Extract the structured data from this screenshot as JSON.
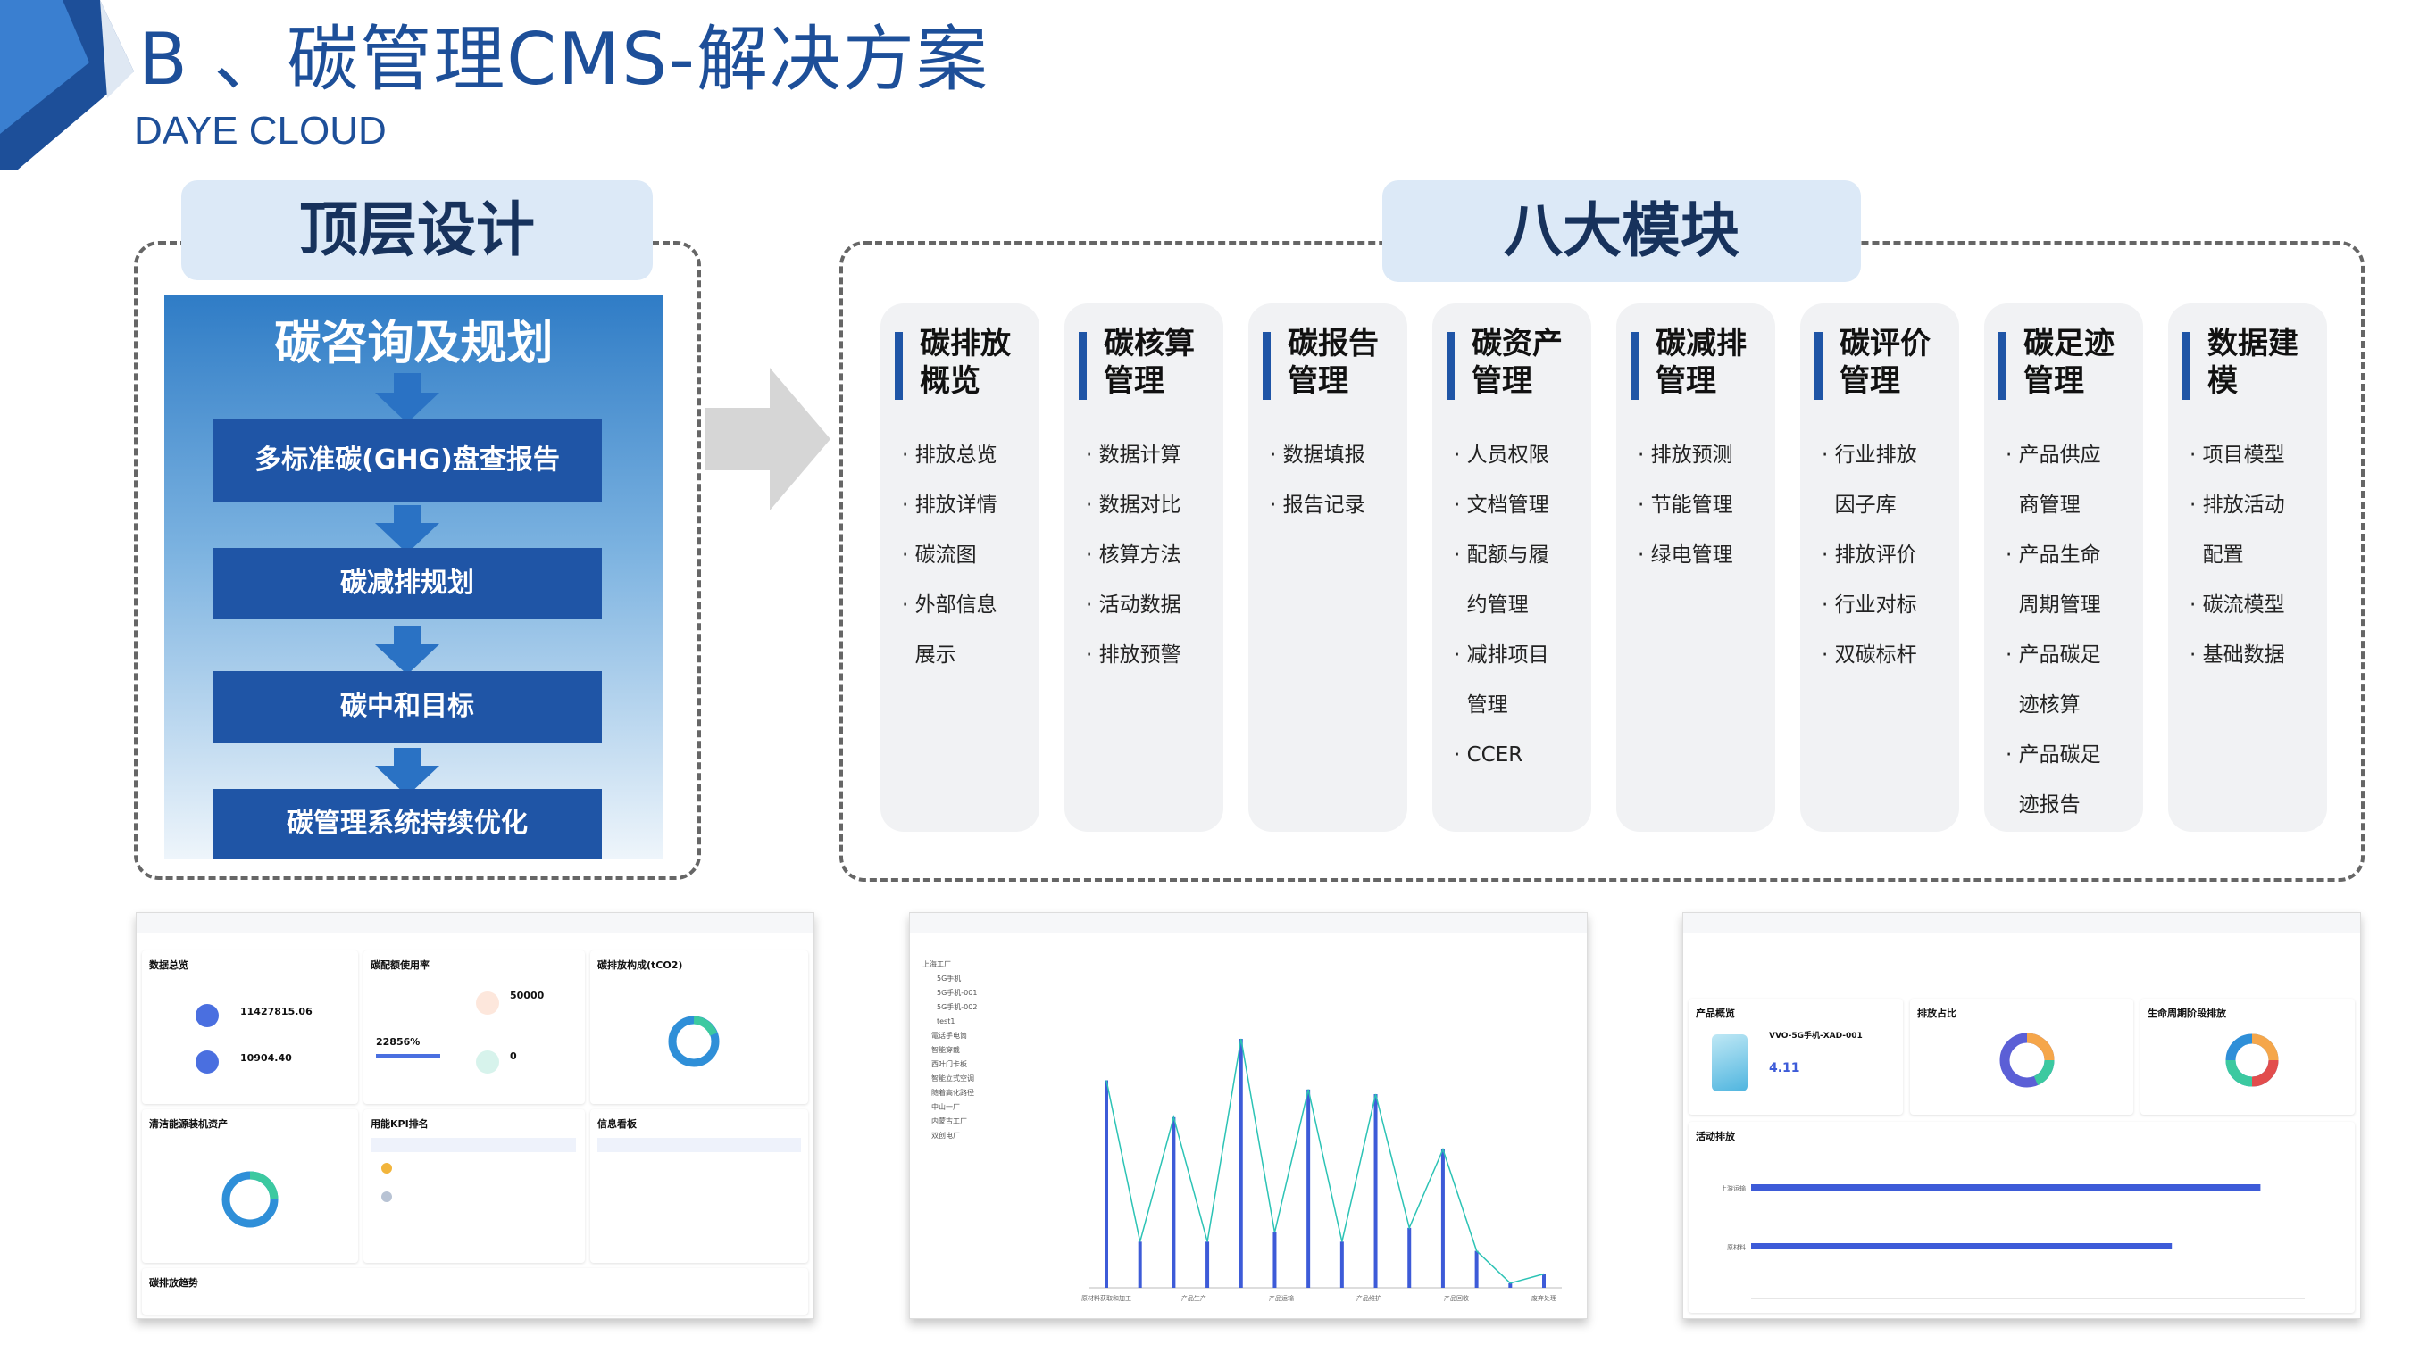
{
  "header": {
    "title": "B 、碳管理CMS-解决方案",
    "subtitle": "DAYE CLOUD"
  },
  "left": {
    "tab": "顶层设计",
    "panel_title": "碳咨询及规划",
    "steps": [
      "多标准碳(GHG)盘查报告",
      "碳减排规划",
      "碳中和目标",
      "碳管理系统持续优化"
    ]
  },
  "right": {
    "tab": "八大模块",
    "modules": [
      {
        "title": "碳排放概览",
        "items": [
          "· 排放总览",
          "· 排放详情",
          "· 碳流图",
          "· 外部信息",
          "  展示"
        ]
      },
      {
        "title": "碳核算管理",
        "items": [
          "· 数据计算",
          "· 数据对比",
          "· 核算方法",
          "· 活动数据",
          "· 排放预警"
        ]
      },
      {
        "title": "碳报告管理",
        "items": [
          "· 数据填报",
          "· 报告记录"
        ]
      },
      {
        "title": "碳资产管理",
        "items": [
          "· 人员权限",
          "· 文档管理",
          "· 配额与履",
          "  约管理",
          "· 减排项目",
          "  管理",
          "· CCER"
        ]
      },
      {
        "title": "碳减排管理",
        "items": [
          "· 排放预测",
          "· 节能管理",
          "· 绿电管理"
        ]
      },
      {
        "title": "碳评价管理",
        "items": [
          "· 行业排放",
          "  因子库",
          "· 排放评价",
          "· 行业对标",
          "· 双碳标杆"
        ]
      },
      {
        "title": "碳足迹管理",
        "items": [
          "· 产品供应",
          "  商管理",
          "· 产品生命",
          "  周期管理",
          "· 产品碳足",
          "  迹核算",
          "· 产品碳足",
          "  迹报告"
        ]
      },
      {
        "title": "数据建模",
        "items": [
          "· 项目模型",
          "· 排放活动",
          "  配置",
          "· 碳流模型",
          "· 基础数据"
        ]
      }
    ]
  },
  "screenshots": {
    "s1": {
      "card1_title": "数据总览",
      "value1": "11427815.06",
      "value2": "10904.40",
      "card2_title": "碳配额使用率",
      "pct": "22856%",
      "value3": "50000",
      "value4": "0",
      "card3_title": "碳排放构成(tCO2)",
      "card4_title": "清洁能源装机资产",
      "card5_title": "用能KPI排名",
      "card6_title": "信息看板",
      "card7_title": "碳排放趋势",
      "colors": {
        "donut": "#2f8fd8",
        "donut2": "#3cc9a0",
        "orange": "#f08a3c"
      }
    },
    "s2": {
      "tree": [
        "上海工厂",
        "5G手机",
        "5G手机-001",
        "5G手机-002",
        "test1",
        "電话手电筒",
        "智能穿戴",
        "西叶门卡板",
        "智能立式空调",
        "随着高化路径",
        "中山一厂",
        "内蒙古工厂",
        "双创电厂"
      ],
      "chart_data": {
        "type": "line",
        "x": [
          "原材料获取和加工",
          "产品生产",
          "产品运输",
          "产品维护",
          "产品回收",
          "废弃处理"
        ],
        "series": [
          {
            "name": "5G手机-001",
            "values": [
              0.45,
              0.1,
              0.37,
              0.1,
              0.54,
              0.12,
              0.43,
              0.1,
              0.42,
              0.13,
              0.3,
              0.08,
              0.01,
              0.03
            ]
          },
          {
            "name": "",
            "values": [
              0.45,
              0.1,
              0.37,
              0.1,
              0.54,
              0.12,
              0.43,
              0.1,
              0.42,
              0.13,
              0.3,
              0.08,
              0.01,
              0.03
            ]
          }
        ],
        "ylim": [
          0,
          0.6
        ],
        "colors": {
          "bar": "#3d5bd8",
          "line": "#2cc3b5"
        }
      }
    },
    "s3": {
      "card1_title": "产品概览",
      "product": "VVO-5G手机-XAD-001",
      "product_value": "4.11",
      "card2_title": "排放占比",
      "card3_title": "生命周期阶段排放",
      "card4_title": "活动排放",
      "bars": [
        {
          "label": "上游运输",
          "value": 0.92
        },
        {
          "label": "原材料",
          "value": 0.76
        }
      ],
      "colors": {
        "bar": "#3d5bd8"
      }
    }
  }
}
